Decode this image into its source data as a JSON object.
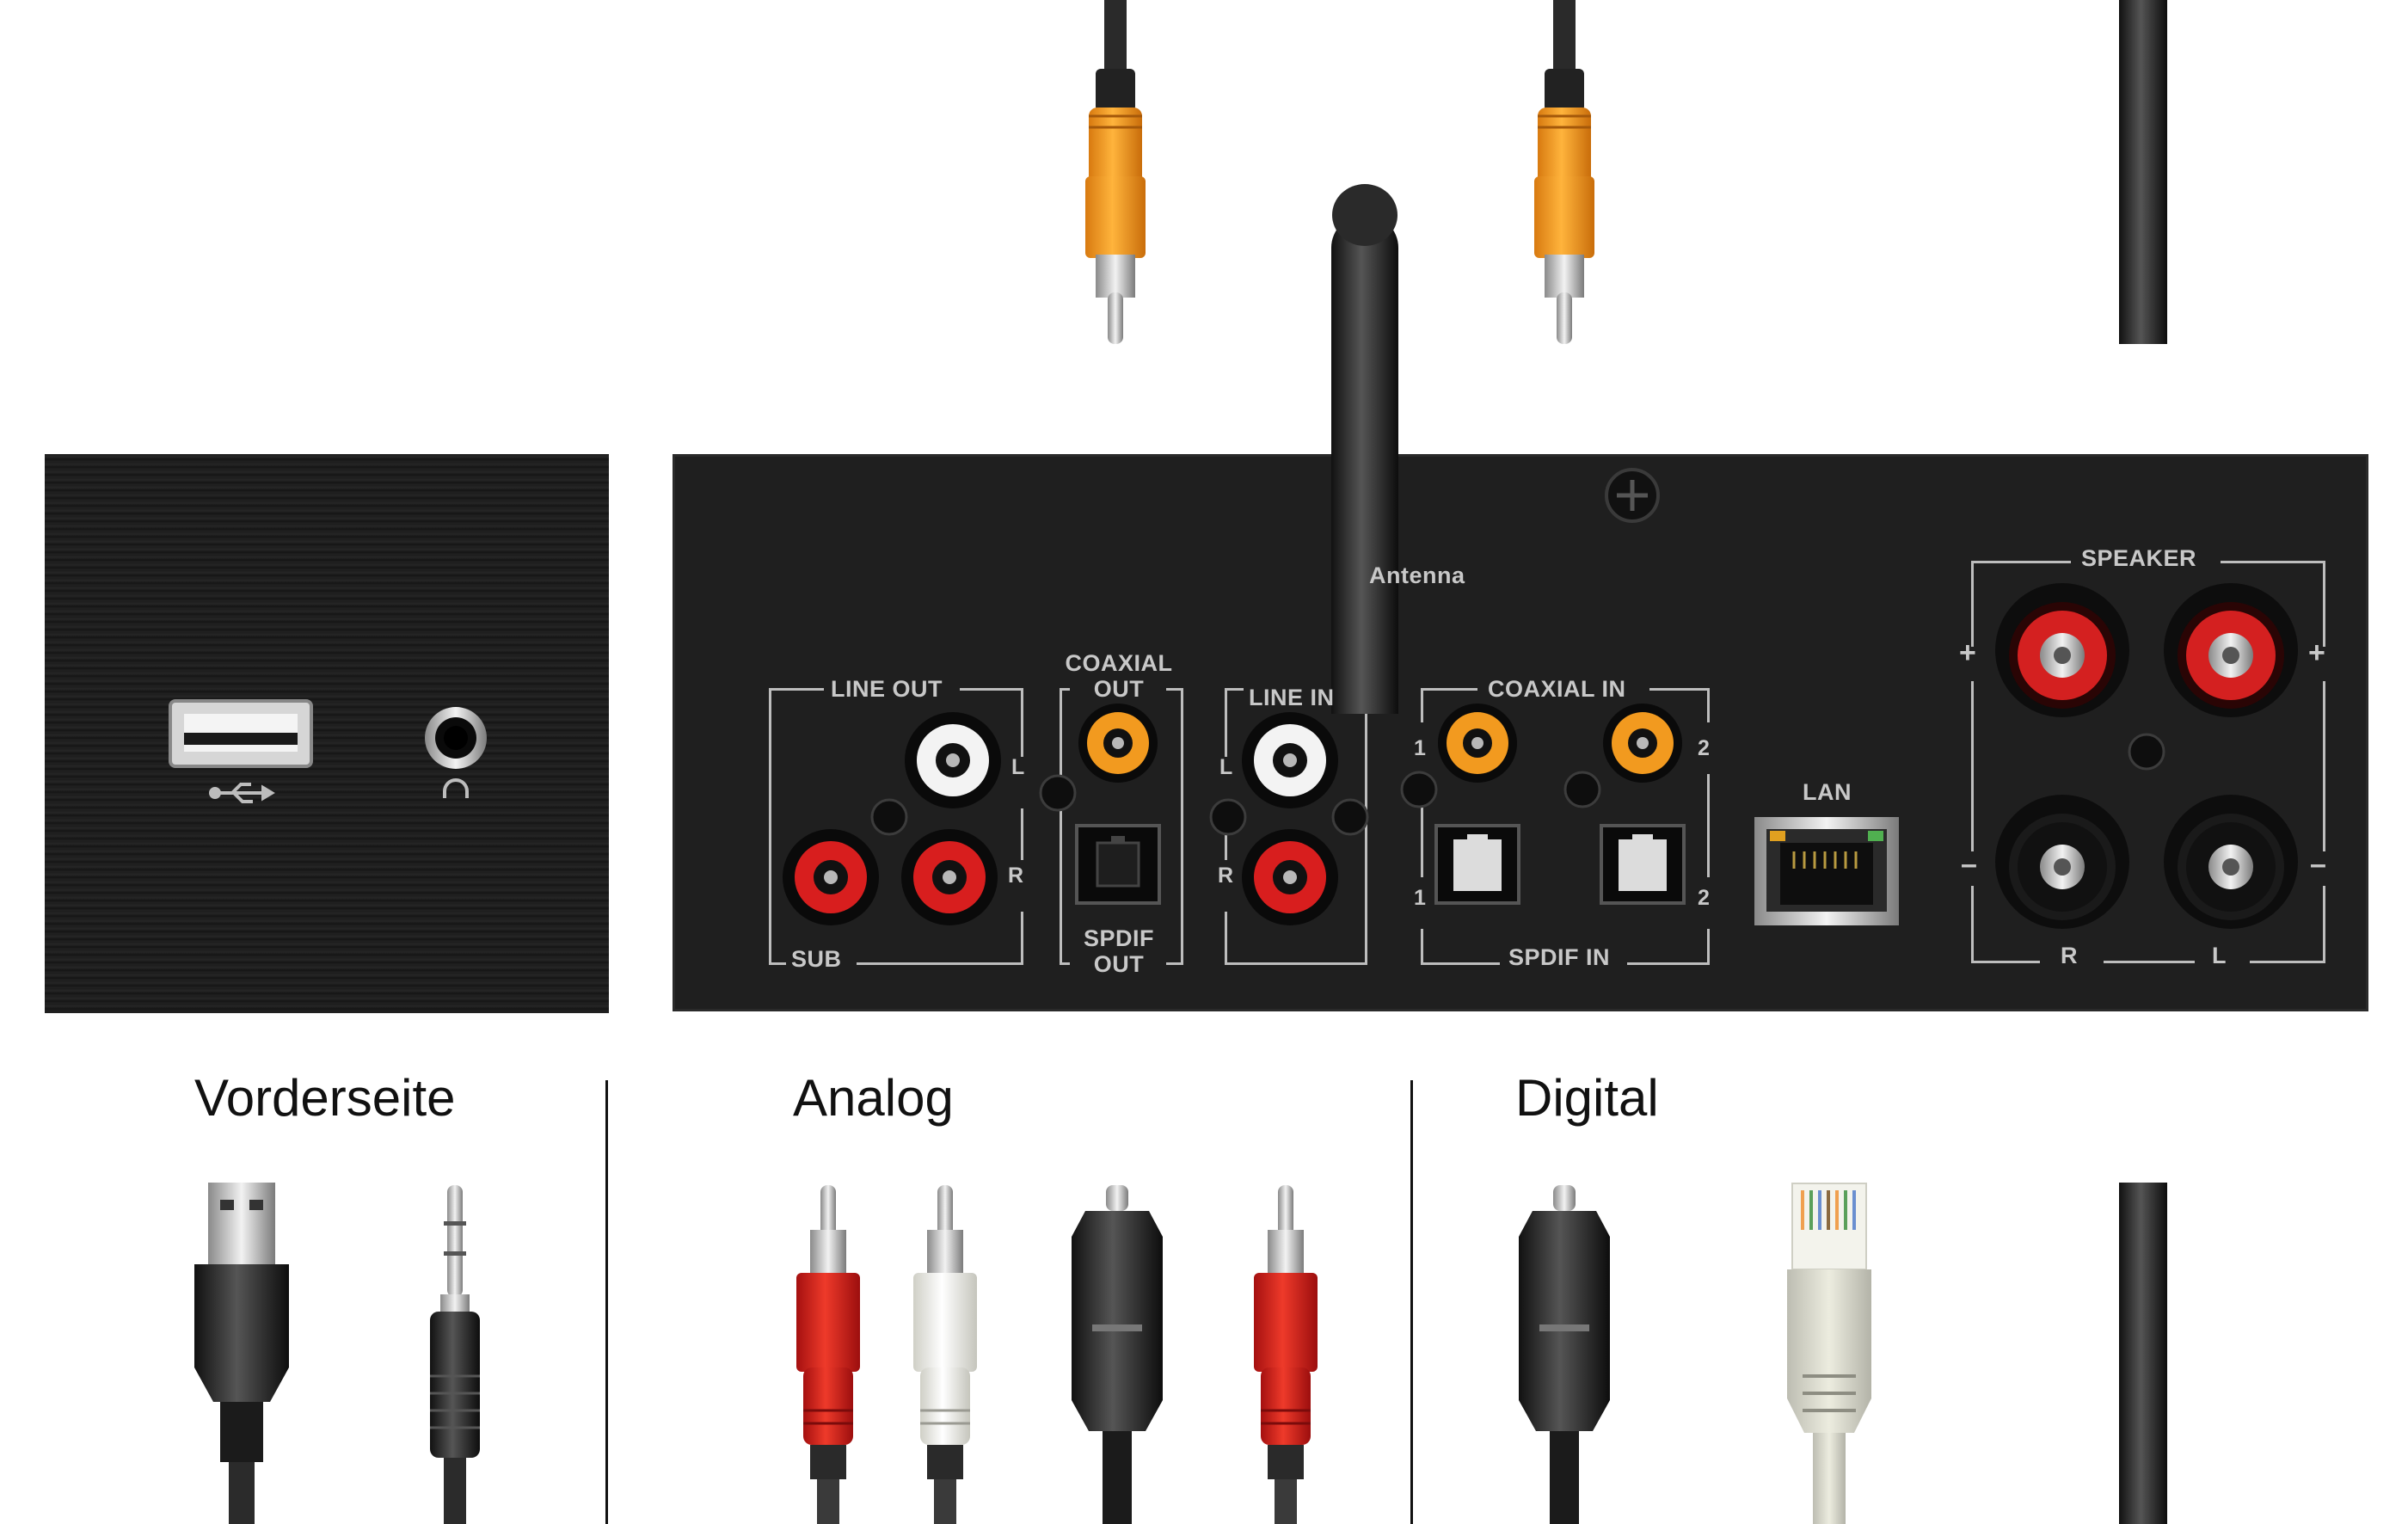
{
  "front_panel": {
    "usb_symbol": "usb-icon",
    "headphone_symbol": "headphone-icon"
  },
  "rear_panel": {
    "antenna_label": "Antenna",
    "line_out_label": "LINE OUT",
    "coaxial_out_label": "COAXIAL OUT",
    "line_in_label": "LINE IN",
    "coaxial_in_label": "COAXIAL IN",
    "speaker_label": "SPEAKER",
    "sub_label": "SUB",
    "spdif_out_label": "SPDIF OUT",
    "spdif_in_label": "SPDIF IN",
    "lan_label": "LAN",
    "l": "L",
    "r": "R",
    "one": "1",
    "two": "2",
    "plus": "+",
    "minus": "–"
  },
  "captions": {
    "front": "Vorderseite",
    "analog": "Analog",
    "digital": "Digital"
  },
  "colors": {
    "rca_red": "#d81e1e",
    "rca_orange": "#f29a1f",
    "rca_white": "#f1f1ea",
    "panel": "#1f1f1f",
    "label": "#c8c8c8"
  }
}
